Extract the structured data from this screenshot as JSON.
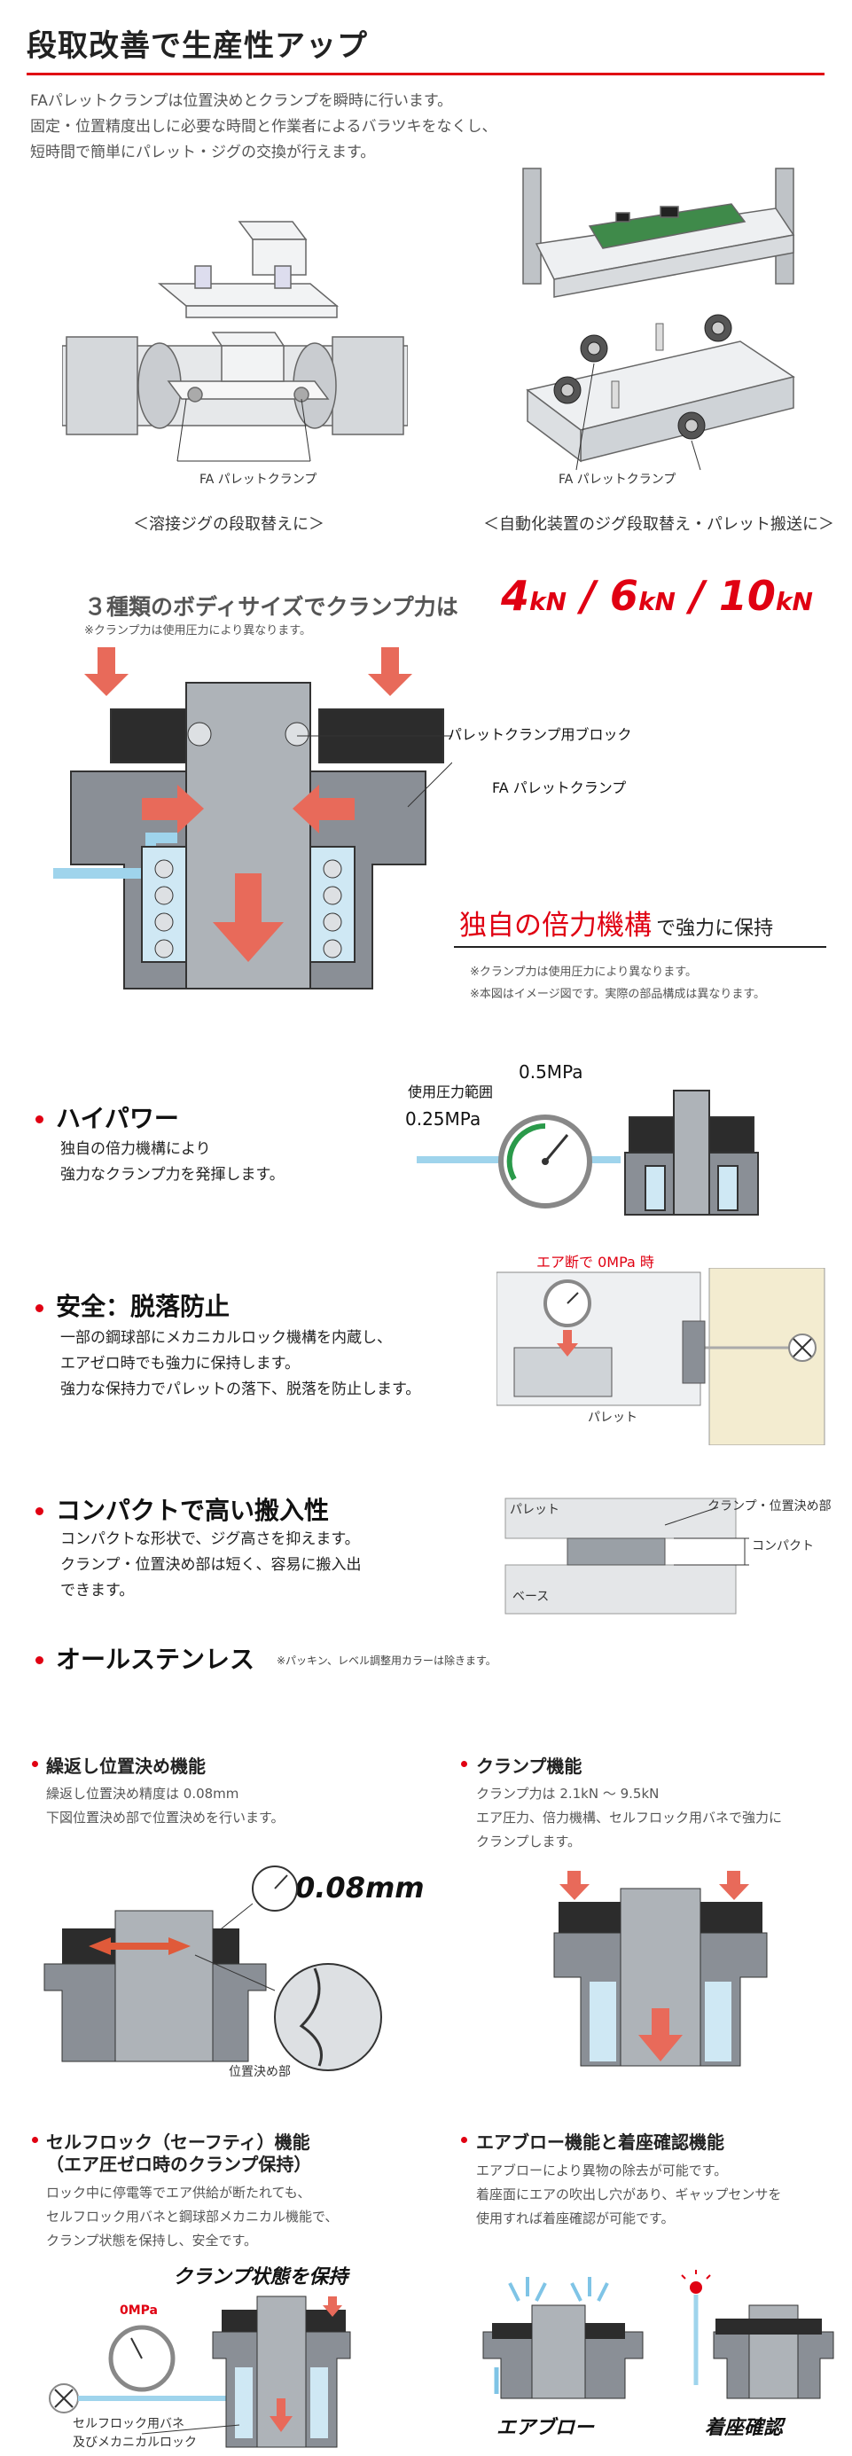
{
  "page_title": "段取改善で生産性アップ",
  "intro_lines": [
    "FAパレットクランプは位置決めとクランプを瞬時に行います。",
    "固定・位置精度出しに必要な時間と作業者によるバラツキをなくし、",
    "短時間で簡単にパレット・ジグの交換が行えます。"
  ],
  "images": {
    "left_label": "FA パレットクランプ",
    "left_caption": "＜溶接ジグの段取替えに＞",
    "right_label": "FA パレットクランプ",
    "right_caption": "＜自動化装置のジグ段取替え・パレット搬送に＞"
  },
  "sizes": {
    "heading": "３種類のボディサイズでクランプ力は",
    "values": [
      "4",
      "kN",
      " / ",
      "6",
      "kN",
      " / ",
      "10",
      "kN"
    ],
    "note": "※クランプ力は使用圧力により異なります。"
  },
  "section_diagram": {
    "block_label": "パレットクランプ用ブロック",
    "clamp_label": "FA パレットクランプ",
    "mech_red": "独自の倍力機構",
    "mech_tail": "で強力に保持",
    "note1": "※クランプ力は使用圧力により異なります。",
    "note2": "※本図はイメージ図です。実際の部品構成は異なります。"
  },
  "features": [
    {
      "title": "ハイパワー",
      "lines": [
        "独自の倍力機構により",
        "強力なクランプ力を発揮します。"
      ],
      "gauge_range_label": "使用圧力範囲",
      "gauge_high": "0.5MPa",
      "gauge_low": "0.25MPa"
    },
    {
      "title": "安全：脱落防止",
      "lines": [
        "一部の鋼球部にメカニカルロック機構を内蔵し、",
        "エアゼロ時でも強力に保持します。",
        "強力な保持力でパレットの落下、脱落を防止します。"
      ],
      "air_cut": "エア断で 0MPa 時",
      "pallet": "パレット"
    },
    {
      "title": "コンパクトで高い搬入性",
      "lines": [
        "コンパクトな形状で、ジグ高さを抑えます。",
        "クランプ・位置決め部は短く、容易に搬入出",
        "できます。"
      ],
      "pallet": "パレット",
      "clamp_part": "クランプ・位置決め部",
      "compact": "コンパクト",
      "base": "ベース"
    },
    {
      "title": "オールステンレス",
      "note": "※パッキン、レベル調整用カラーは除きます。"
    }
  ],
  "details": {
    "repeat": {
      "title": "繰返し位置決め機能",
      "lines": [
        "繰返し位置決め精度は 0.08mm",
        "下図位置決め部で位置決めを行います。"
      ],
      "value": "0.08mm",
      "part": "位置決め部"
    },
    "clamp": {
      "title": "クランプ機能",
      "lines": [
        "クランプ力は 2.1kN 〜 9.5kN",
        "エア圧力、倍力機構、セルフロック用バネで強力に",
        "クランプします。"
      ]
    },
    "selflock": {
      "title_1": "セルフロック（セーフティ）機能",
      "title_2": "（エア圧ゼロ時のクランプ保持）",
      "lines": [
        "ロック中に停電等でエア供給が断たれても、",
        "セルフロック用バネと鋼球部メカニカル機能で、",
        "クランプ状態を保持し、安全です。"
      ],
      "hold": "クランプ状態を保持",
      "zero": "0MPa",
      "spring_1": "セルフロック用バネ",
      "spring_2": "及びメカニカルロック"
    },
    "airblow": {
      "title": "エアブロー機能と着座確認機能",
      "lines": [
        "エアブローにより異物の除去が可能です。",
        "着座面にエアの吹出し穴があり、ギャップセンサを",
        "使用すれば着座確認が可能です。"
      ],
      "label_1": "エアブロー",
      "label_2": "着座確認"
    }
  },
  "colors": {
    "accent": "#e00012",
    "metal": "#8a8f96",
    "air": "#9fd4ec"
  }
}
